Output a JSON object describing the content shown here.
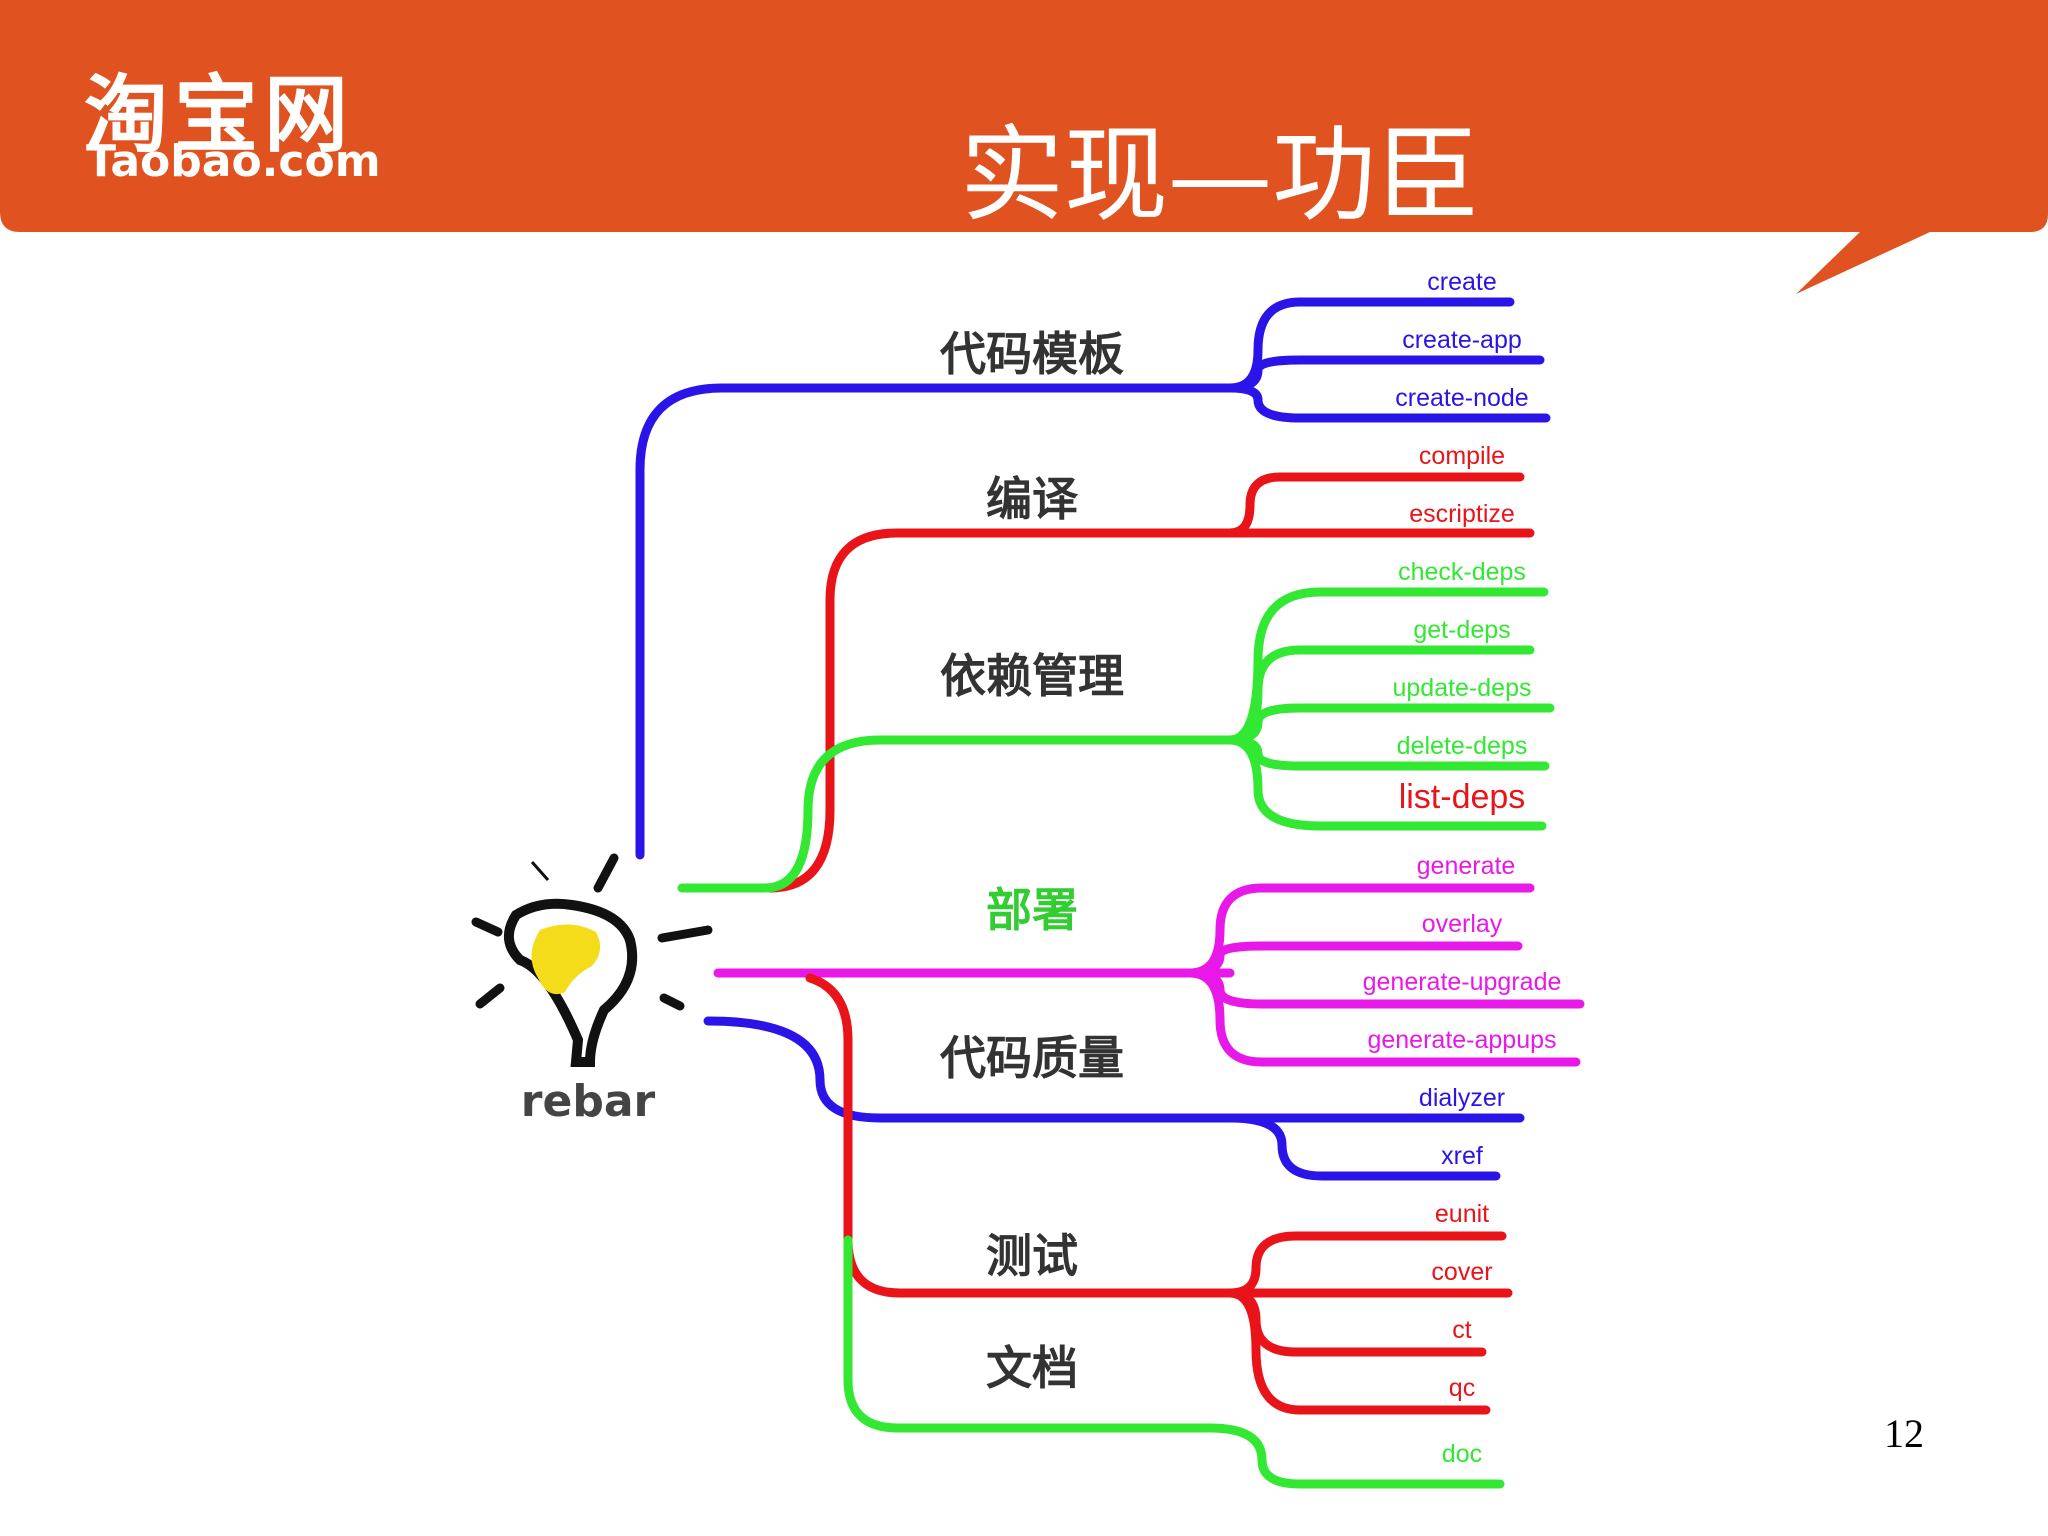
{
  "header": {
    "logo_cn": "淘宝网",
    "logo_en": "Taobao.com",
    "title": "实现—功臣",
    "color": "#e0521f"
  },
  "page_number": "12",
  "mindmap": {
    "root": "rebar",
    "branches": [
      {
        "label": "代码模板",
        "color": "#2b14e8",
        "leaves": [
          "create",
          "create-app",
          "create-node"
        ]
      },
      {
        "label": "编译",
        "color": "#e8141a",
        "leaves": [
          "compile",
          "escriptize"
        ]
      },
      {
        "label": "依赖管理",
        "color": "#33e833",
        "leaves": [
          "check-deps",
          "get-deps",
          "update-deps",
          "delete-deps",
          "list-deps"
        ]
      },
      {
        "label": "部署",
        "color": "#e819e8",
        "leaves": [
          "generate",
          "overlay",
          "generate-upgrade",
          "generate-appups"
        ]
      },
      {
        "label": "代码质量",
        "color": "#2b14e8",
        "leaves": [
          "dialyzer",
          "xref"
        ]
      },
      {
        "label": "测试",
        "color": "#e8141a",
        "leaves": [
          "eunit",
          "cover",
          "ct",
          "qc"
        ]
      },
      {
        "label": "文档",
        "color": "#33e833",
        "leaves": [
          "doc"
        ]
      }
    ]
  }
}
